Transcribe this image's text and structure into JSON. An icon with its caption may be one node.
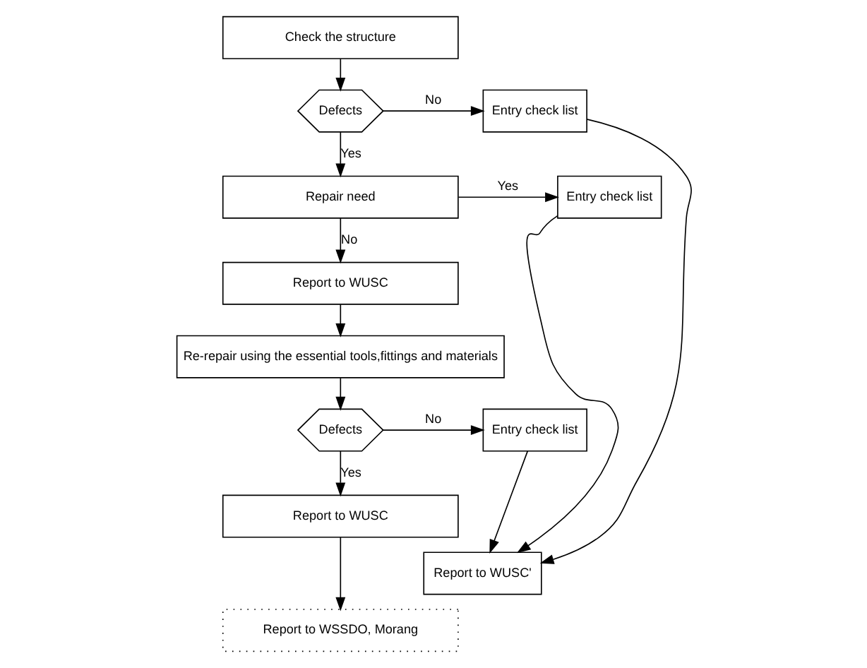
{
  "diagram": {
    "nodes": [
      {
        "text": [
          "Check the structure"
        ]
      },
      {
        "text": [
          "Defects"
        ]
      },
      {
        "text": [
          "Entry check list"
        ]
      },
      {
        "text": [
          "Repair need"
        ]
      },
      {
        "text": [
          "Entry check list"
        ]
      },
      {
        "text": [
          "Report to WUSC"
        ]
      },
      {
        "text": [
          "Re-repair using the essential tools,fittings and materials"
        ]
      },
      {
        "text": [
          "Defects"
        ]
      },
      {
        "text": [
          "Entry check list"
        ]
      },
      {
        "text": [
          "Report to WUSC"
        ]
      },
      {
        "text": [
          "Report to WSSDO, Morang"
        ]
      },
      {
        "text": [
          "Report to WUSC'"
        ]
      }
    ],
    "edges": [
      {
        "from": 0,
        "to": 1,
        "arrow": "to"
      },
      {
        "from": 1,
        "to": 2,
        "arrow": "to",
        "label": "No"
      },
      {
        "from": 1,
        "to": 3,
        "arrow": "to",
        "label": "Yes"
      },
      {
        "from": 3,
        "to": 4,
        "arrow": "to",
        "label": "Yes"
      },
      {
        "from": 3,
        "to": 5,
        "arrow": "to",
        "label": "No"
      },
      {
        "from": 5,
        "to": 6,
        "arrow": "to"
      },
      {
        "from": 6,
        "to": 7,
        "arrow": "to"
      },
      {
        "from": 7,
        "to": 8,
        "arrow": "to",
        "label": "No"
      },
      {
        "from": 7,
        "to": 9,
        "arrow": "to",
        "label": "Yes"
      },
      {
        "from": 9,
        "to": 10,
        "arrow": "to"
      },
      {
        "from": 2,
        "to": 11,
        "arrow": "to"
      },
      {
        "from": 4,
        "to": 11,
        "arrow": "to"
      },
      {
        "from": 8,
        "to": 11,
        "arrow": "to"
      }
    ]
  }
}
